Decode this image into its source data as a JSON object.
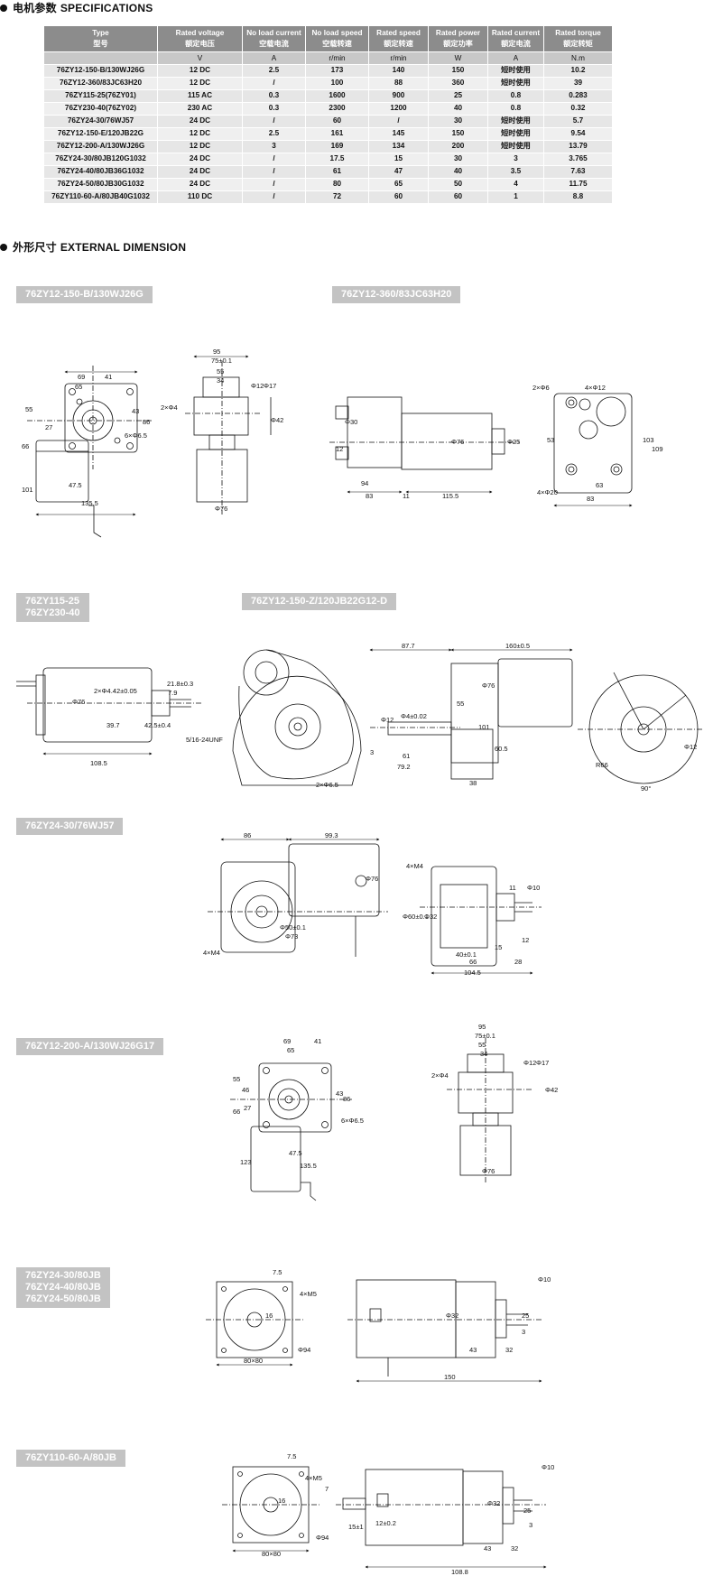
{
  "spec_section": {
    "title_cn": "电机参数",
    "title_en": "SPECIFICATIONS",
    "headers": [
      {
        "en": "Type",
        "cn": "型号",
        "unit": ""
      },
      {
        "en": "Rated voltage",
        "cn": "额定电压",
        "unit": "V"
      },
      {
        "en": "No load current",
        "cn": "空载电流",
        "unit": "A"
      },
      {
        "en": "No load speed",
        "cn": "空载转速",
        "unit": "r/min"
      },
      {
        "en": "Rated speed",
        "cn": "额定转速",
        "unit": "r/min"
      },
      {
        "en": "Rated power",
        "cn": "额定功率",
        "unit": "W"
      },
      {
        "en": "Rated current",
        "cn": "额定电流",
        "unit": "A"
      },
      {
        "en": "Rated torque",
        "cn": "额定转矩",
        "unit": "N.m"
      }
    ],
    "rows": [
      [
        "76ZY12-150-B/130WJ26G",
        "12 DC",
        "2.5",
        "173",
        "140",
        "150",
        "短时使用",
        "10.2"
      ],
      [
        "76ZY12-360/83JC63H20",
        "12 DC",
        "/",
        "100",
        "88",
        "360",
        "短时使用",
        "39"
      ],
      [
        "76ZY115-25(76ZY01)",
        "115 AC",
        "0.3",
        "1600",
        "900",
        "25",
        "0.8",
        "0.283"
      ],
      [
        "76ZY230-40(76ZY02)",
        "230 AC",
        "0.3",
        "2300",
        "1200",
        "40",
        "0.8",
        "0.32"
      ],
      [
        "76ZY24-30/76WJ57",
        "24 DC",
        "/",
        "60",
        "/",
        "30",
        "短时使用",
        "5.7"
      ],
      [
        "76ZY12-150-E/120JB22G",
        "12 DC",
        "2.5",
        "161",
        "145",
        "150",
        "短时使用",
        "9.54"
      ],
      [
        "76ZY12-200-A/130WJ26G",
        "12 DC",
        "3",
        "169",
        "134",
        "200",
        "短时使用",
        "13.79"
      ],
      [
        "76ZY24-30/80JB120G1032",
        "24 DC",
        "/",
        "17.5",
        "15",
        "30",
        "3",
        "3.765"
      ],
      [
        "76ZY24-40/80JB36G1032",
        "24 DC",
        "/",
        "61",
        "47",
        "40",
        "3.5",
        "7.63"
      ],
      [
        "76ZY24-50/80JB30G1032",
        "24 DC",
        "/",
        "80",
        "65",
        "50",
        "4",
        "11.75"
      ],
      [
        "76ZY110-60-A/80JB40G1032",
        "110 DC",
        "/",
        "72",
        "60",
        "60",
        "1",
        "8.8"
      ]
    ]
  },
  "dim_section": {
    "title_cn": "外形尺寸",
    "title_en": "EXTERNAL DIMENSION"
  },
  "labels": {
    "m1": "76ZY12-150-B/130WJ26G",
    "m2": "76ZY12-360/83JC63H20",
    "m3": "76ZY115-25\n76ZY230-40",
    "m4": "76ZY12-150-Z/120JB22G12-D",
    "m5": "76ZY24-30/76WJ57",
    "m6": "76ZY12-200-A/130WJ26G17",
    "m7": "76ZY24-30/80JB\n76ZY24-40/80JB\n76ZY24-50/80JB",
    "m8": "76ZY110-60-A/80JB"
  },
  "dims": {
    "d1": [
      "69",
      "65",
      "41",
      "43",
      "86",
      "55",
      "27",
      "66",
      "101",
      "47.5",
      "135.5",
      "6×Φ6.5"
    ],
    "d1b": [
      "95",
      "75±0.1",
      "55",
      "34",
      "Φ12",
      "Φ17",
      "Φ42",
      "2×Φ4",
      "Φ76"
    ],
    "d2": [
      "Φ30",
      "12",
      "Φ76",
      "Φ25",
      "94",
      "83",
      "11",
      "115.5",
      "2×Φ6",
      "4×Φ12",
      "4×Φ20",
      "63",
      "83",
      "53",
      "103",
      "109"
    ],
    "d3": [
      "21.8±0.3",
      "7.9",
      "2×Φ4.42±0.05",
      "Φ76",
      "39.7",
      "42.5±0.4",
      "108.5",
      "5/16-24UNF"
    ],
    "d4": [
      "87.7",
      "160±0.5",
      "Φ4±0.02",
      "Φ12",
      "55",
      "Φ76",
      "101",
      "3",
      "61",
      "79.2",
      "60.5",
      "38",
      "2×Φ6.5",
      "R66",
      "Φ12",
      "90°"
    ],
    "d5": [
      "86",
      "99.3",
      "Φ76",
      "Φ50±0.1",
      "Φ73",
      "4×M4",
      "4×M4",
      "11",
      "Φ10",
      "Φ60±0.1",
      "Φ32",
      "12",
      "15",
      "40±0.1",
      "66",
      "28",
      "104.5"
    ],
    "d6": [
      "69",
      "65",
      "41",
      "55",
      "46",
      "27",
      "66",
      "43",
      "86",
      "6×Φ6.5",
      "123",
      "47.5",
      "135.5"
    ],
    "d6b": [
      "95",
      "75±0.1",
      "55",
      "34",
      "2×Φ4",
      "Φ12",
      "Φ17",
      "Φ42",
      "Φ76"
    ],
    "d7": [
      "7.5",
      "4×M5",
      "16",
      "Φ94",
      "80×80",
      "Φ32",
      "25",
      "3",
      "43",
      "32",
      "150",
      "Φ10"
    ],
    "d8": [
      "7.5",
      "4×M5",
      "16",
      "Φ94",
      "80×80",
      "7",
      "15±1",
      "12±0.2",
      "Φ32",
      "25",
      "3",
      "43",
      "32",
      "108.8",
      "Φ10"
    ]
  }
}
